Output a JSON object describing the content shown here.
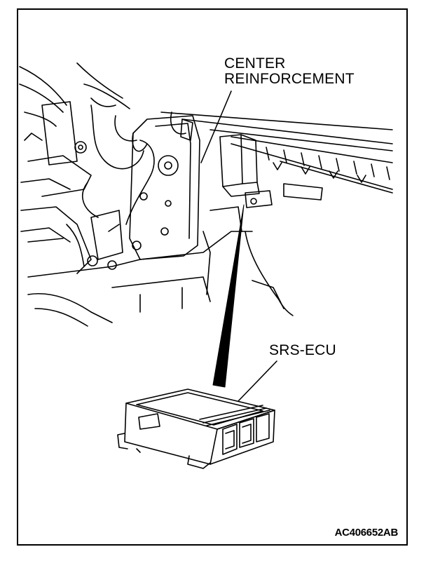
{
  "labels": {
    "center_reinforcement_line1": "CENTER",
    "center_reinforcement_line2": "REINFORCEMENT",
    "srs_ecu": "SRS-ECU"
  },
  "figure_code": "AC406652AB",
  "colors": {
    "line": "#000000",
    "background": "#ffffff"
  }
}
